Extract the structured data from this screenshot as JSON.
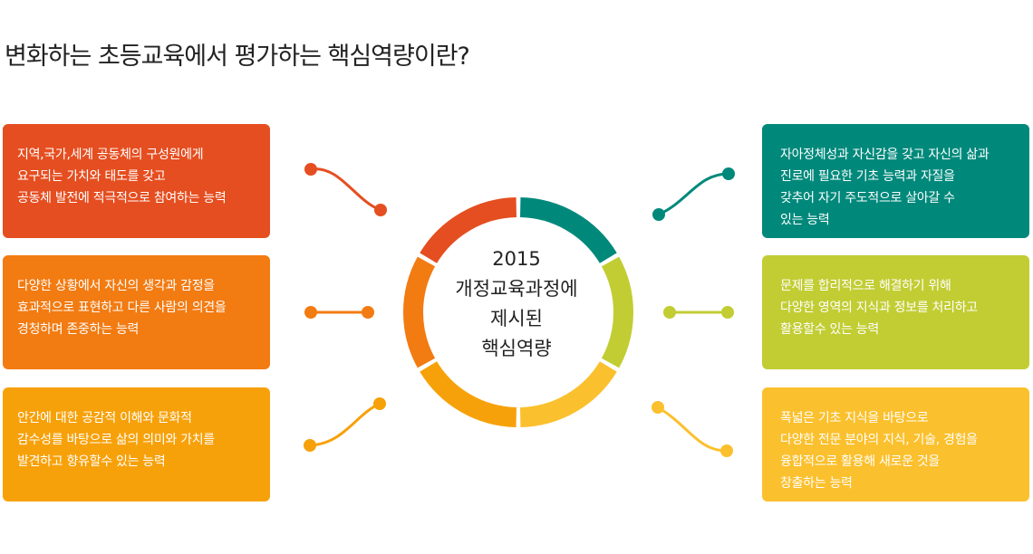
{
  "title": "변화하는 초등교육에서 평가하는 핵심역량이란?",
  "center": {
    "lines": [
      "2015",
      "개정교육과정에",
      "제시된",
      "핵심역량"
    ]
  },
  "cards": [
    {
      "id": "l1",
      "color": "#e54e20",
      "lines": [
        "지역,국가,세계 공동체의 구성원에게",
        "요구되는 가치와 태도를 갖고",
        "공동체 발전에 적극적으로 참여하는 능력"
      ]
    },
    {
      "id": "l2",
      "color": "#f27b12",
      "lines": [
        "다양한 상황에서 자신의 생각과 감정을",
        "효과적으로 표현하고 다른 사람의 의견을",
        "경청하며 존중하는 능력"
      ]
    },
    {
      "id": "l3",
      "color": "#f7a10a",
      "lines": [
        "안간에 대한 공감적 이해와 문화적",
        "감수성를 바탕으로 삶의 의미와 가치를",
        "발견하고 향유할수 있는 능력"
      ]
    },
    {
      "id": "r1",
      "color": "#00897b",
      "lines": [
        "자아정체성과 자신감을 갖고 자신의 삶과",
        "진로에 필요한 기초 능력과 자질을",
        "갖추어 자기 주도적으로 살아갈 수",
        "있는 능력"
      ]
    },
    {
      "id": "r2",
      "color": "#c2cd33",
      "lines": [
        "문제를 합리적으로 해결하기 위해",
        "다양한 영역의 지식과 정보를 처리하고",
        "활용할수 있는 능력"
      ]
    },
    {
      "id": "r3",
      "color": "#fbc02d",
      "lines": [
        "폭넓은 기초 지식을 바탕으로",
        "다양한 전문 분야의 지식, 기술, 경험을",
        "융합적으로 활용해 새로운 것을",
        "창출하는 능력"
      ]
    }
  ],
  "ring_segments": [
    {
      "name": "teal",
      "color": "#00897b"
    },
    {
      "name": "lime",
      "color": "#c2cd33"
    },
    {
      "name": "yellow",
      "color": "#fbc02d"
    },
    {
      "name": "amber",
      "color": "#f7a10a"
    },
    {
      "name": "orange",
      "color": "#f27b12"
    },
    {
      "name": "red-orange",
      "color": "#e54e20"
    }
  ]
}
